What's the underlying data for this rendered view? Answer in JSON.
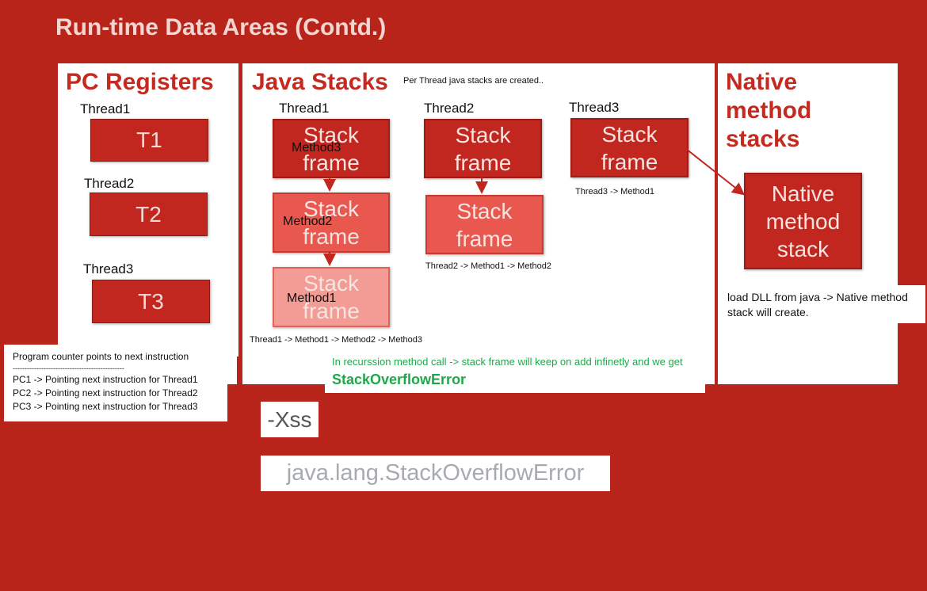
{
  "slide_title": "Run-time Data Areas (Contd.)",
  "pc_registers": {
    "title": "PC Registers",
    "items": [
      {
        "thread": "Thread1",
        "register": "T1"
      },
      {
        "thread": "Thread2",
        "register": "T2"
      },
      {
        "thread": "Thread3",
        "register": "T3"
      }
    ]
  },
  "java_stacks": {
    "title": "Java Stacks",
    "note": "Per Thread java stacks are created..",
    "threads": [
      {
        "name": "Thread1",
        "frames": [
          {
            "line1": "Stack",
            "line2": "frame",
            "method": "Method3"
          },
          {
            "line1": "Stack",
            "line2": "frame",
            "method": "Method2"
          },
          {
            "line1": "Stack",
            "line2": "frame",
            "method": "Method1"
          }
        ],
        "caption": "Thread1 -> Method1 -> Method2 -> Method3"
      },
      {
        "name": "Thread2",
        "frames": [
          {
            "line1": "Stack",
            "line2": "frame"
          },
          {
            "line1": "Stack",
            "line2": "frame"
          }
        ],
        "caption": "Thread2 -> Method1 -> Method2"
      },
      {
        "name": "Thread3",
        "frames": [
          {
            "line1": "Stack",
            "line2": "frame"
          }
        ],
        "caption": "Thread3 -> Method1"
      }
    ],
    "recursion_note": "In recurssion method call -> stack frame will keep on add infinetly and we get",
    "error_name": "StackOverflowError"
  },
  "native": {
    "title_lines": [
      "Native",
      "method",
      "stacks"
    ],
    "box_lines": [
      "Native",
      "method",
      "stack"
    ],
    "note": "load DLL from java -> Native method stack will create."
  },
  "pc_note": {
    "line1": "Program counter points to next instruction",
    "divider": "-----------------------------------------------",
    "line2": "PC1 -> Pointing next instruction for Thread1",
    "line3": "PC2 -> Pointing next instruction for Thread2",
    "line4": "PC3 -> Pointing next instruction for Thread3"
  },
  "xss_label": "-Xss",
  "exception_label": "java.lang.StackOverflowError",
  "colors": {
    "background": "#b8231a",
    "frame_dark": "#c1261f",
    "frame_mid": "#e8584e",
    "frame_light": "#f29c95",
    "highlight_green": "#1fa84a"
  }
}
